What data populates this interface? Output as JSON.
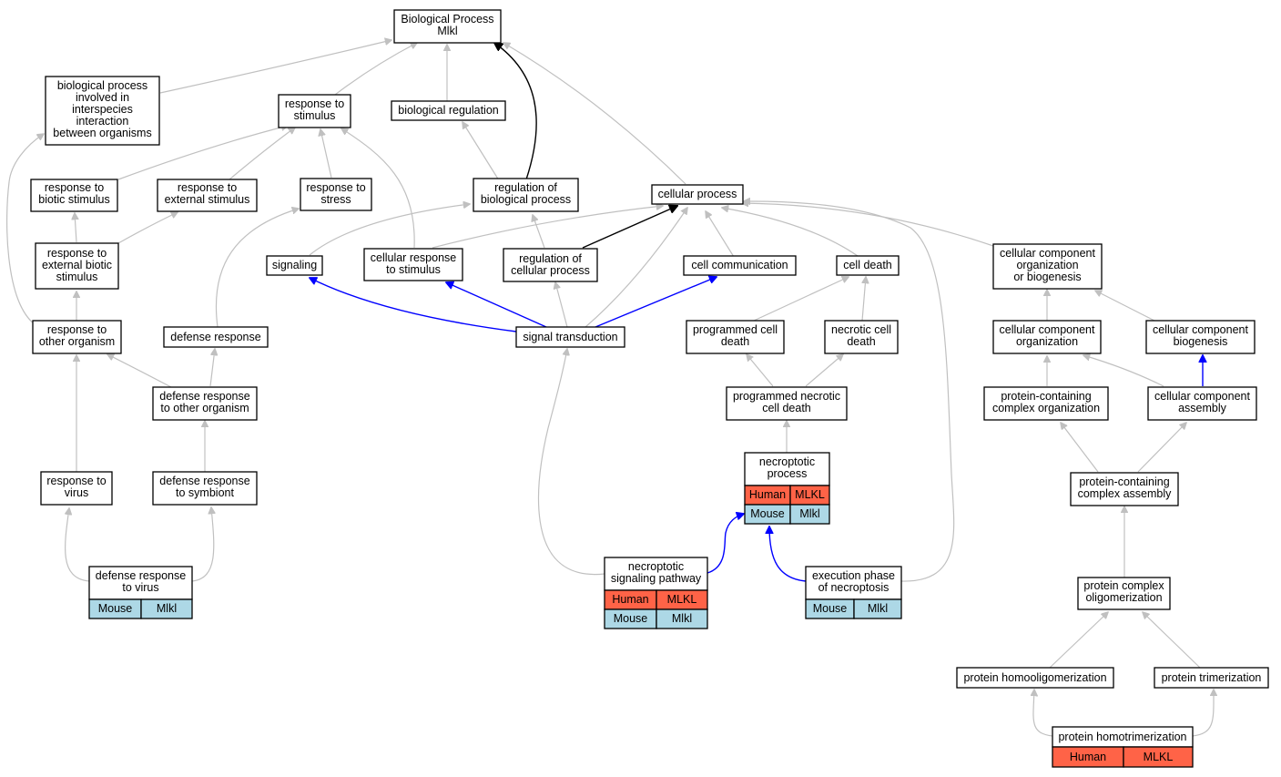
{
  "root_title_lines": [
    "Biological Process",
    "Mlkl"
  ],
  "colors": {
    "human": "#ff6347",
    "mouse": "#add8e6",
    "edge_default": "#c0c0c0",
    "edge_path": "#0000ff",
    "edge_root": "#000000"
  },
  "terms": {
    "bp_interspecies": [
      "biological process",
      "involved in",
      "interspecies",
      "interaction",
      "between organisms"
    ],
    "response_stimulus": [
      "response to",
      "stimulus"
    ],
    "biological_regulation": [
      "biological regulation"
    ],
    "response_biotic": [
      "response to",
      "biotic stimulus"
    ],
    "response_external": [
      "response to",
      "external stimulus"
    ],
    "response_stress": [
      "response to",
      "stress"
    ],
    "regulation_bp": [
      "regulation of",
      "biological process"
    ],
    "cellular_process": [
      "cellular process"
    ],
    "response_ext_biotic": [
      "response to",
      "external biotic",
      "stimulus"
    ],
    "signaling": [
      "signaling"
    ],
    "cellular_response_stimulus": [
      "cellular response",
      "to stimulus"
    ],
    "regulation_cp": [
      "regulation of",
      "cellular process"
    ],
    "cell_communication": [
      "cell communication"
    ],
    "cell_death": [
      "cell death"
    ],
    "cc_org_biogenesis": [
      "cellular component",
      "organization",
      "or biogenesis"
    ],
    "response_other_organism": [
      "response to",
      "other organism"
    ],
    "defense_response": [
      "defense response"
    ],
    "signal_transduction": [
      "signal transduction"
    ],
    "programmed_cell_death": [
      "programmed cell",
      "death"
    ],
    "necrotic_cell_death": [
      "necrotic cell",
      "death"
    ],
    "cc_organization": [
      "cellular component",
      "organization"
    ],
    "cc_biogenesis": [
      "cellular component",
      "biogenesis"
    ],
    "defense_other_organism": [
      "defense response",
      "to other organism"
    ],
    "programmed_necrotic": [
      "programmed necrotic",
      "cell death"
    ],
    "protein_complex_org": [
      "protein-containing",
      "complex organization"
    ],
    "cc_assembly": [
      "cellular component",
      "assembly"
    ],
    "response_virus": [
      "response to",
      "virus"
    ],
    "defense_symbiont": [
      "defense response",
      "to symbiont"
    ],
    "necroptotic_process": [
      "necroptotic",
      "process"
    ],
    "protein_complex_assembly": [
      "protein-containing",
      "complex assembly"
    ],
    "defense_virus": [
      "defense response",
      "to virus"
    ],
    "necroptotic_signaling": [
      "necroptotic",
      "signaling pathway"
    ],
    "execution_necroptosis": [
      "execution phase",
      "of necroptosis"
    ],
    "protein_oligomerization": [
      "protein complex",
      "oligomerization"
    ],
    "protein_homooligomerization": [
      "protein homooligomerization"
    ],
    "protein_trimerization": [
      "protein trimerization"
    ],
    "protein_homotrimerization": [
      "protein homotrimerization"
    ]
  },
  "annotations": {
    "necroptotic_process": [
      [
        "Human",
        "MLKL"
      ],
      [
        "Mouse",
        "Mlkl"
      ]
    ],
    "defense_virus": [
      [
        "Mouse",
        "Mlkl"
      ]
    ],
    "necroptotic_signaling": [
      [
        "Human",
        "MLKL"
      ],
      [
        "Mouse",
        "Mlkl"
      ]
    ],
    "execution_necroptosis": [
      [
        "Mouse",
        "Mlkl"
      ]
    ],
    "protein_homotrimerization": [
      [
        "Human",
        "MLKL"
      ]
    ]
  }
}
